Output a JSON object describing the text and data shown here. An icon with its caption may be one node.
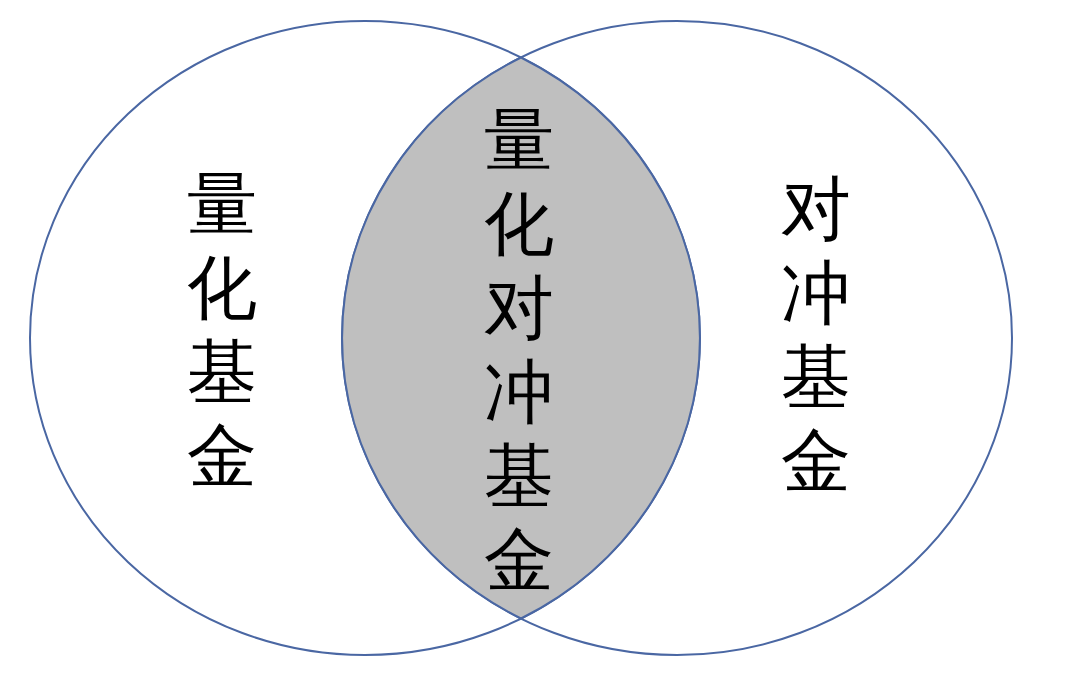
{
  "diagram": {
    "nodes": [
      {
        "text": [
          "量化基金"
        ]
      },
      {
        "text": [
          "对冲基金"
        ]
      },
      {
        "text": [
          "量化对冲基金"
        ]
      }
    ]
  }
}
